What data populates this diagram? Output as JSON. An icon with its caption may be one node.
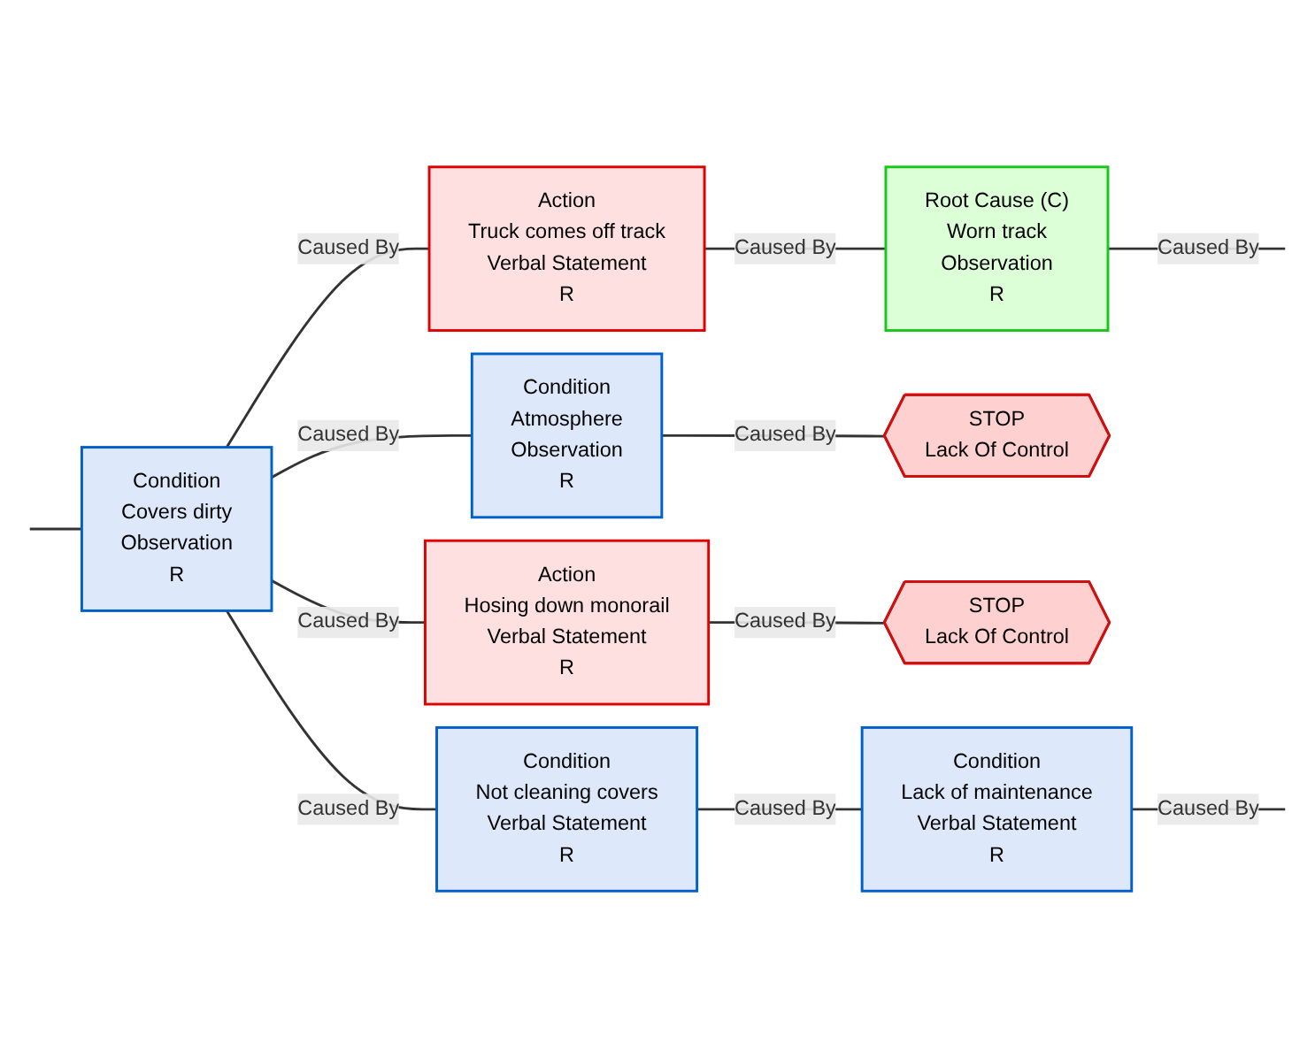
{
  "diagram": {
    "nodes": [
      {
        "text": [
          "Action",
          "Truck comes off track",
          "Verbal Statement",
          "R"
        ]
      },
      {
        "text": [
          "Root Cause (C)",
          "Worn track",
          "Observation",
          "R"
        ]
      },
      {
        "text": [
          "Condition",
          "Atmosphere",
          "Observation",
          "R"
        ]
      },
      {
        "text": [
          "STOP",
          "Lack Of Control"
        ]
      },
      {
        "text": [
          "Condition",
          "Covers dirty",
          "Observation",
          "R"
        ]
      },
      {
        "text": [
          "Action",
          "Hosing down monorail",
          "Verbal Statement",
          "R"
        ]
      },
      {
        "text": [
          "STOP",
          "Lack Of Control"
        ]
      },
      {
        "text": [
          "Condition",
          "Not cleaning covers",
          "Verbal Statement",
          "R"
        ]
      },
      {
        "text": [
          "Condition",
          "Lack of maintenance",
          "Verbal Statement",
          "R"
        ]
      }
    ],
    "edges": [
      {
        "from": null,
        "to": 4,
        "arrow": "none"
      },
      {
        "from": 4,
        "to": 0,
        "label": "Caused By",
        "arrow": "none"
      },
      {
        "from": 4,
        "to": 2,
        "label": "Caused By",
        "arrow": "none"
      },
      {
        "from": 4,
        "to": 5,
        "label": "Caused By",
        "arrow": "none"
      },
      {
        "from": 4,
        "to": 7,
        "label": "Caused By",
        "arrow": "none"
      },
      {
        "from": 0,
        "to": 1,
        "label": "Caused By",
        "arrow": "none"
      },
      {
        "from": 1,
        "to": null,
        "label": "Caused By",
        "arrow": "none"
      },
      {
        "from": 2,
        "to": 3,
        "label": "Caused By",
        "arrow": "none"
      },
      {
        "from": 5,
        "to": 6,
        "label": "Caused By",
        "arrow": "none"
      },
      {
        "from": 7,
        "to": 8,
        "label": "Caused By",
        "arrow": "none"
      },
      {
        "from": 8,
        "to": null,
        "label": "Caused By",
        "arrow": "none"
      }
    ]
  }
}
